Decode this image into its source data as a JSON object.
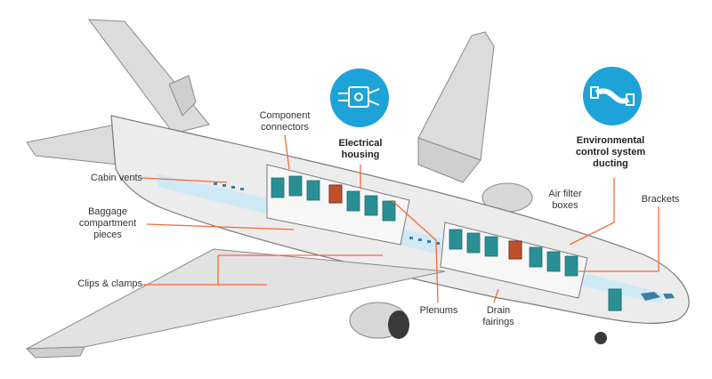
{
  "colors": {
    "accent": "#f26a3c",
    "badge": "#1ea3d8",
    "cabin_stripe": "#cfe9f5",
    "fuselage": "#ebebeb",
    "outline": "#7a7a7a",
    "teal_seats": "#2a8f95"
  },
  "labels": {
    "component_connectors": [
      "Component",
      "connectors"
    ],
    "electrical_housing": [
      "Electrical",
      "housing"
    ],
    "environmental": [
      "Environmental",
      "control system",
      "ducting"
    ],
    "cabin_vents": "Cabin vents",
    "baggage": [
      "Baggage",
      "compartment",
      "pieces"
    ],
    "clips_clamps": "Clips & clamps",
    "air_filter_boxes": [
      "Air filter",
      "boxes"
    ],
    "brackets": "Brackets",
    "plenums": "Plenums",
    "drain_fairings": [
      "Drain",
      "fairings"
    ]
  },
  "icons": {
    "electrical": "electrical-connector-icon",
    "ducting": "duct-pipe-icon"
  }
}
